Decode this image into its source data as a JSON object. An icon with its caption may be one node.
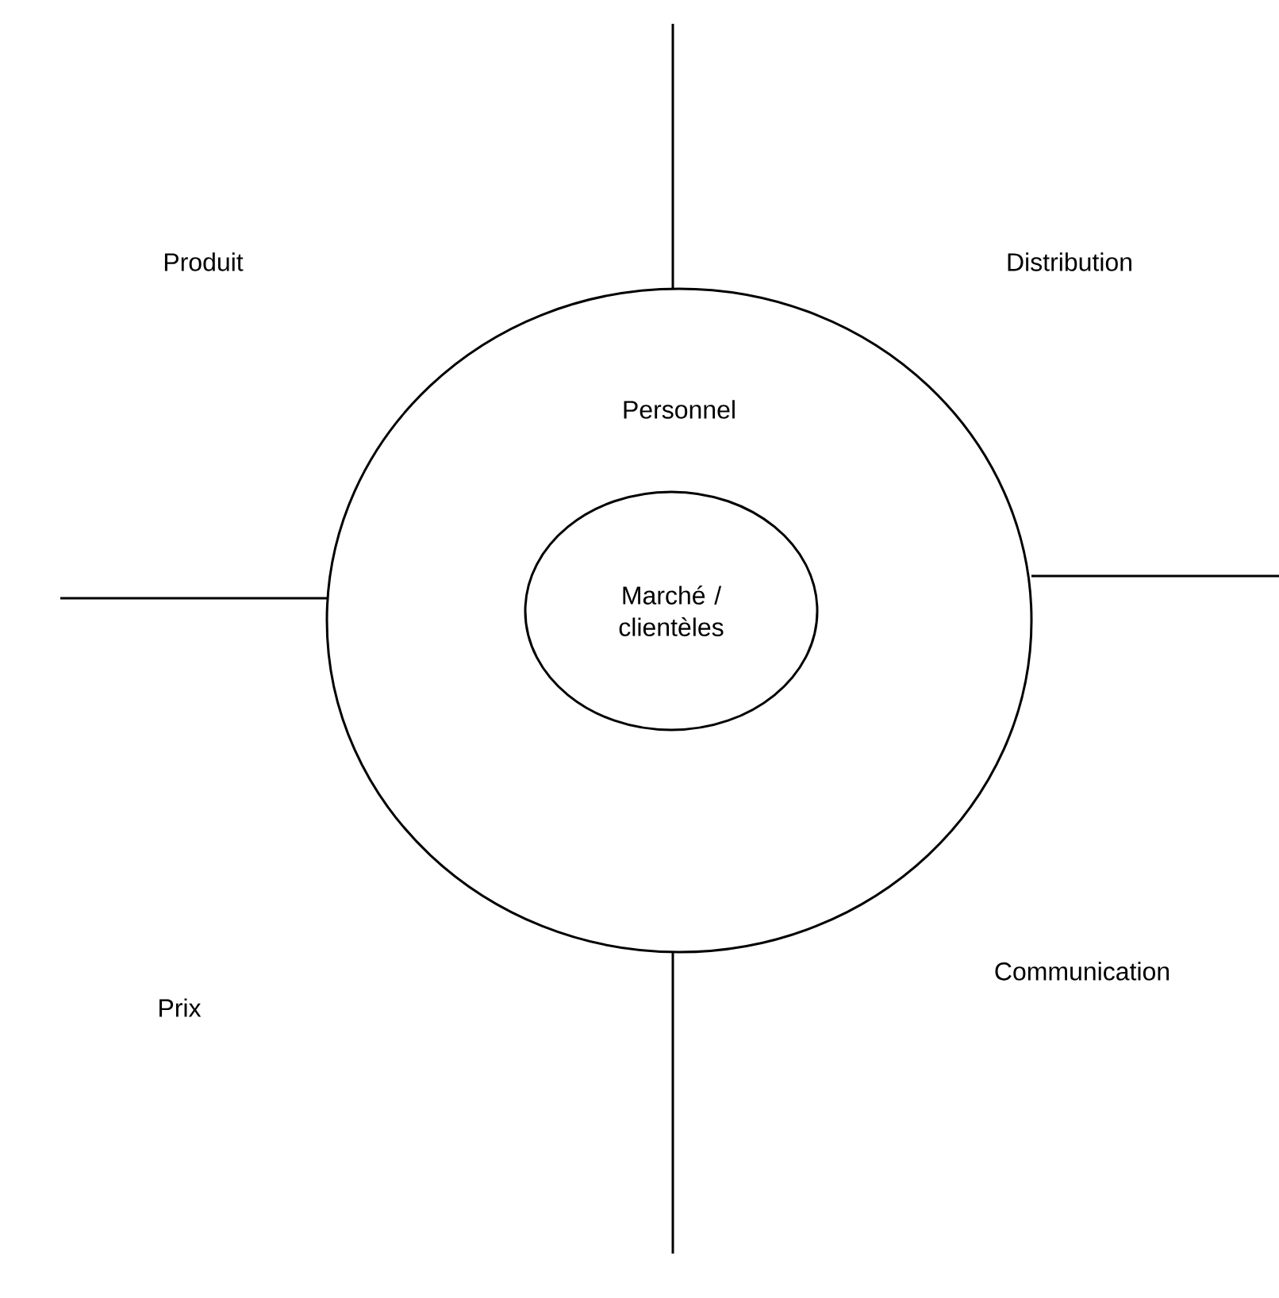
{
  "diagram": {
    "nodes": [
      {
        "text": [
          "Personnel"
        ]
      },
      {
        "text": [
          "Marché / clientèles"
        ],
        "in": 0
      }
    ],
    "labels": [
      "Produit",
      "Distribution",
      "Prix",
      "Communication"
    ]
  }
}
